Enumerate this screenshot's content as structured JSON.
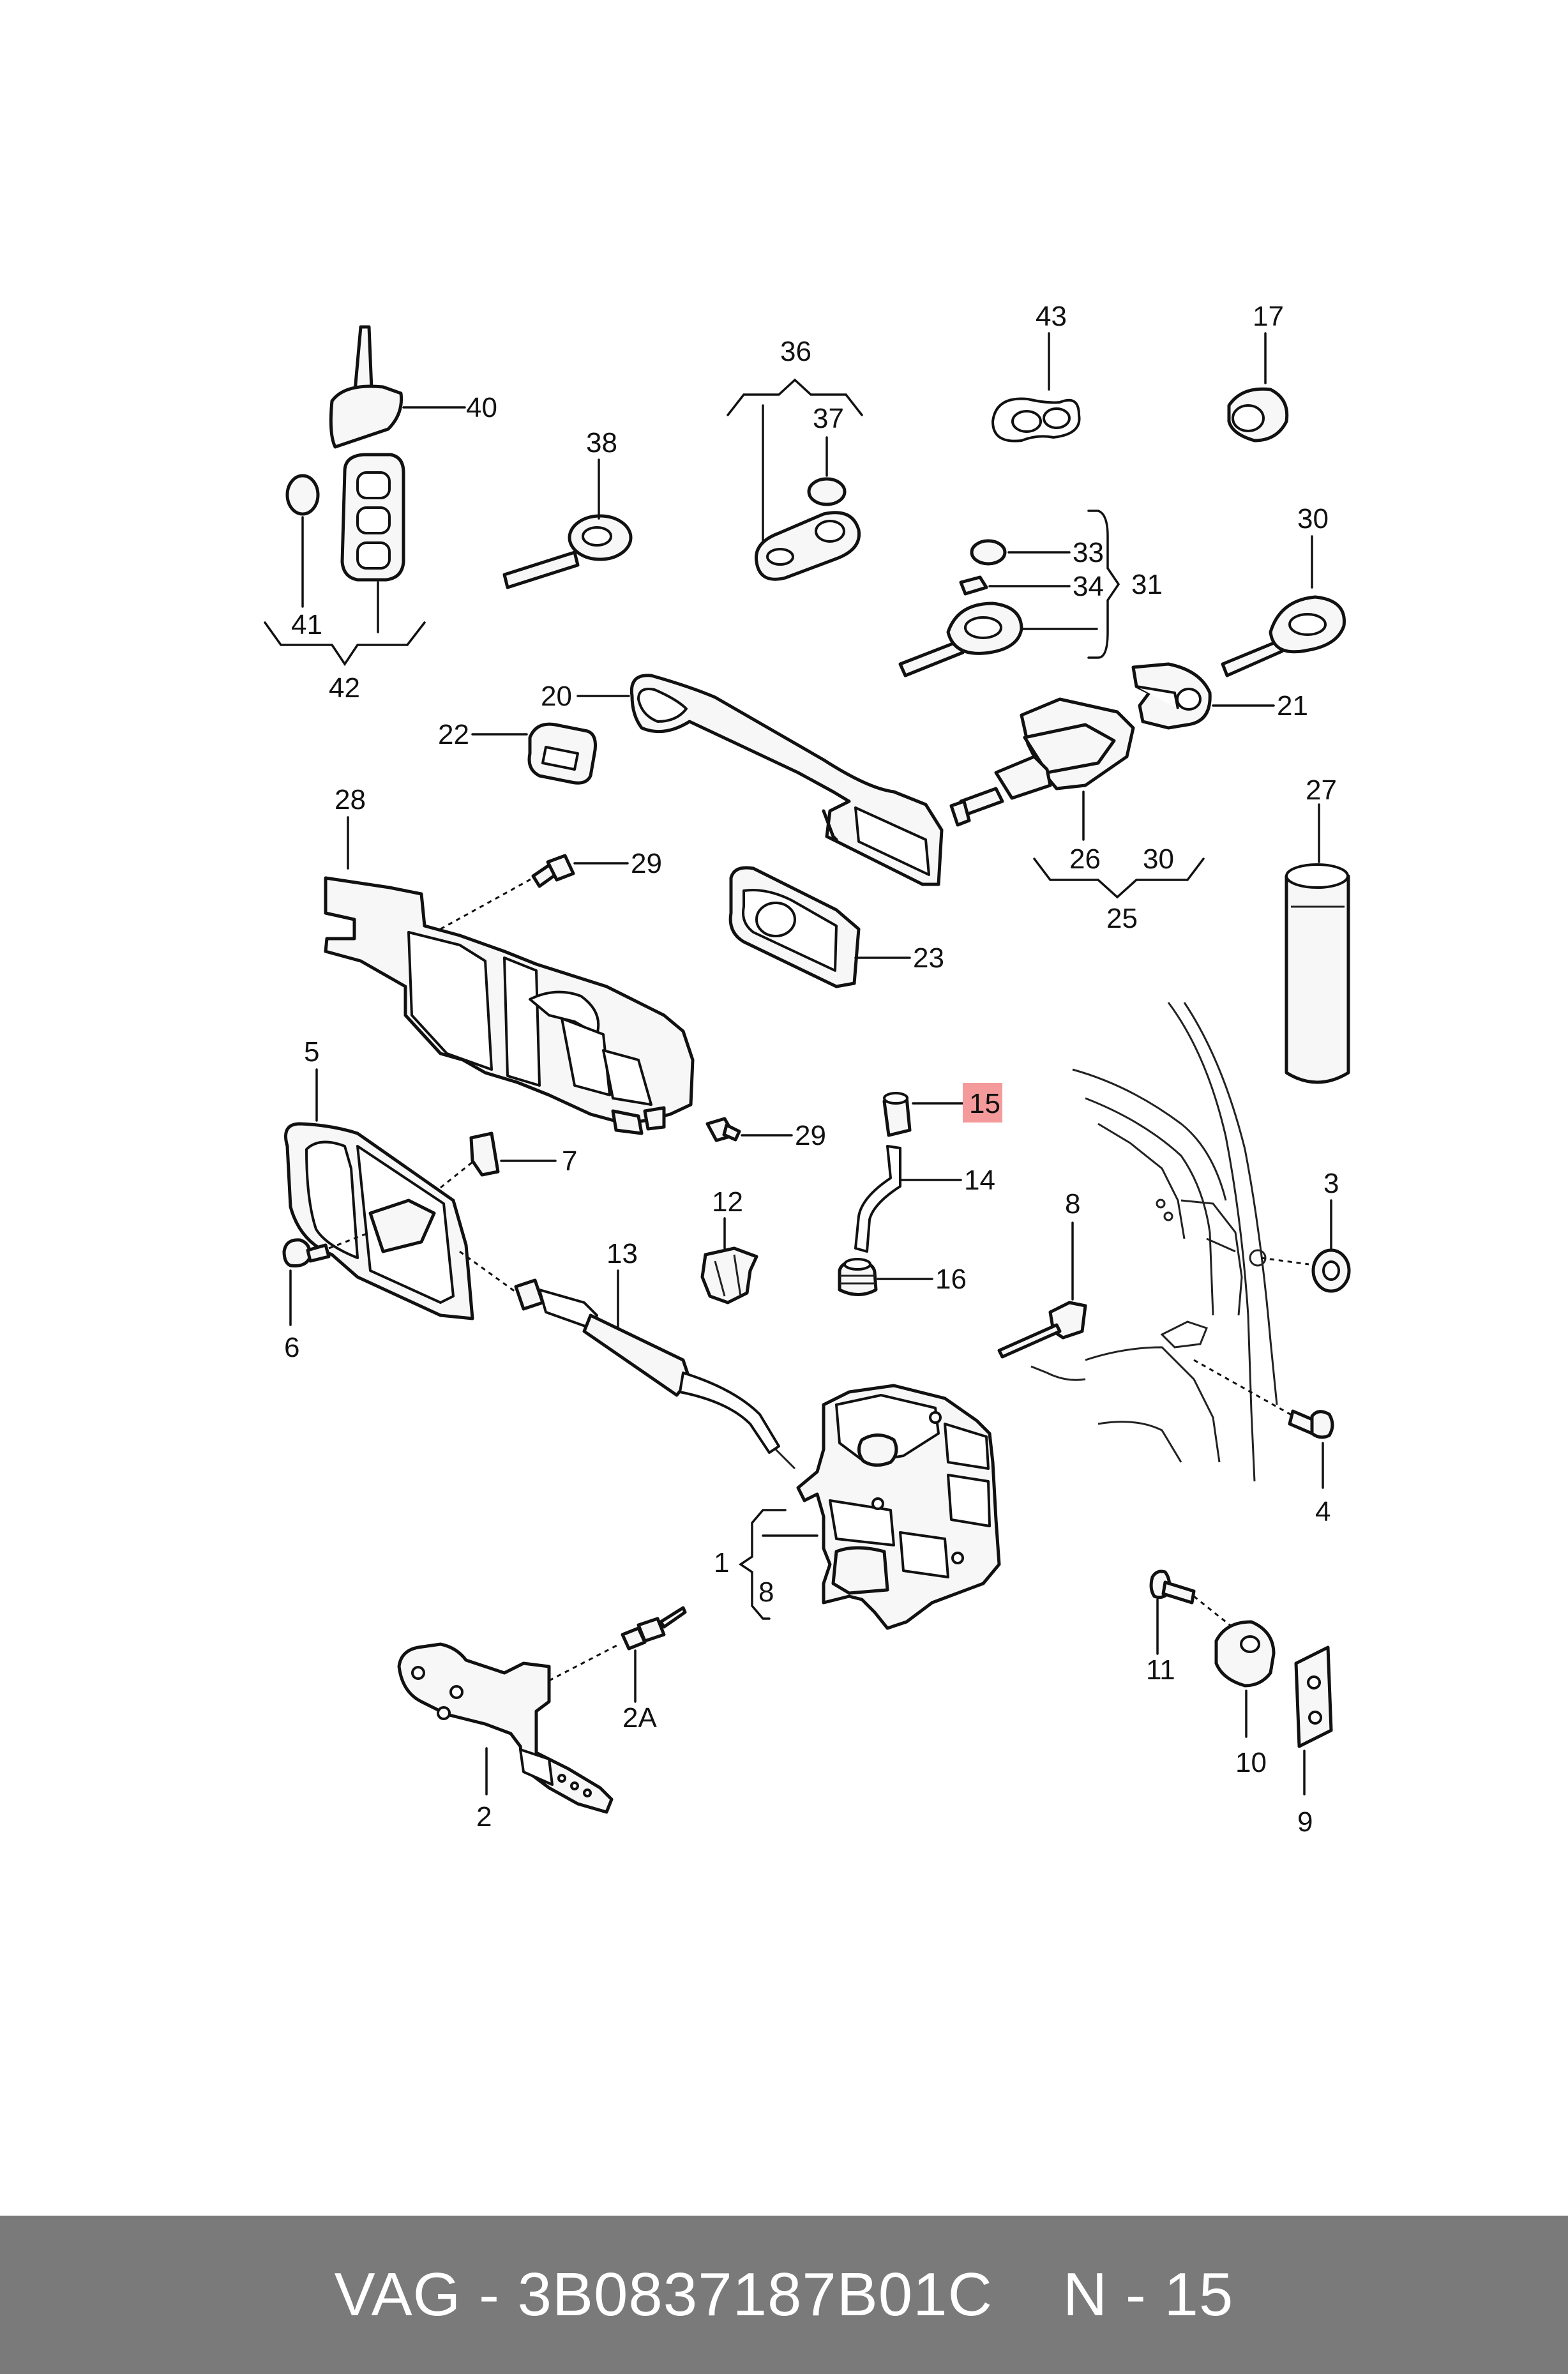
{
  "diagram": {
    "labels": {
      "l1": "1",
      "l2": "2",
      "l2a": "2A",
      "l3": "3",
      "l4": "4",
      "l5": "5",
      "l6": "6",
      "l7": "7",
      "l8a": "8",
      "l8b": "8",
      "l9": "9",
      "l10": "10",
      "l11": "11",
      "l12": "12",
      "l13": "13",
      "l14": "14",
      "l15": "15",
      "l16": "16",
      "l17": "17",
      "l20": "20",
      "l21": "21",
      "l22": "22",
      "l23": "23",
      "l25": "25",
      "l26": "26",
      "l27": "27",
      "l28": "28",
      "l29a": "29",
      "l29b": "29",
      "l30a": "30",
      "l30b": "30",
      "l31": "31",
      "l33": "33",
      "l34": "34",
      "l36": "36",
      "l37": "37",
      "l38": "38",
      "l40": "40",
      "l41": "41",
      "l42": "42",
      "l43": "43"
    },
    "highlighted_part": "15",
    "highlight_color": "#f59a9a"
  },
  "footer": {
    "brand": "VAG",
    "separator": "-",
    "part_number": "3B0837187B01C",
    "position": "N - 15",
    "background": "#7a7a7a"
  }
}
